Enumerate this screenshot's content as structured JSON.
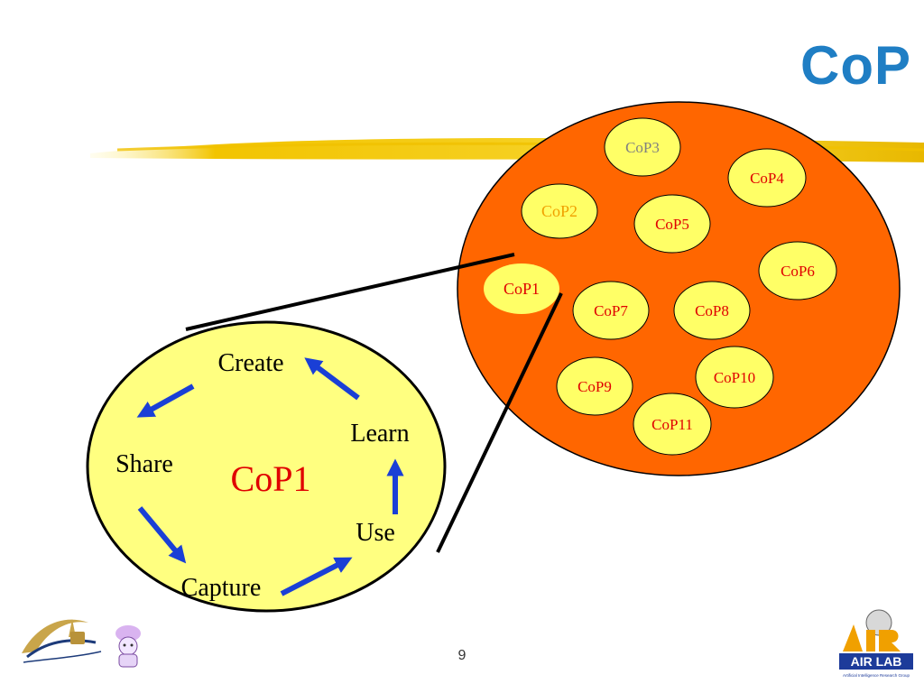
{
  "title": "CoP",
  "page_number": "9",
  "community": {
    "groups": [
      "CoP1",
      "CoP2",
      "CoP3",
      "CoP4",
      "CoP5",
      "CoP6",
      "CoP7",
      "CoP8",
      "CoP9",
      "CoP10",
      "CoP11"
    ]
  },
  "cycle": {
    "name": "CoP1",
    "stages": [
      "Create",
      "Learn",
      "Use",
      "Capture",
      "Share"
    ]
  },
  "footer": {
    "logo_right_text": "AIR LAB",
    "logo_right_caption": "Artificial Intelligence Research Group"
  },
  "colors": {
    "title": "#1f7ec4",
    "community_fill": "#ff6600",
    "group_fill": "#ffff66",
    "group_text": "#e00000",
    "arrow": "#1a3fd6"
  }
}
